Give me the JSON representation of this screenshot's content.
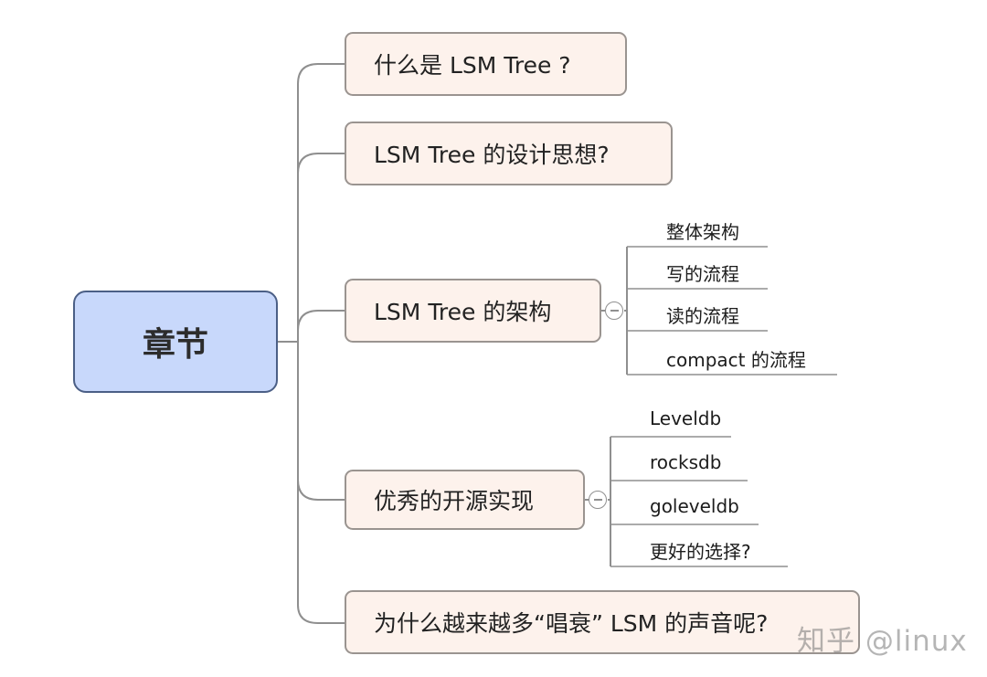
{
  "root": {
    "label": "章节"
  },
  "topics": [
    {
      "label": "什么是 LSM Tree ?"
    },
    {
      "label": "LSM Tree 的设计思想?"
    },
    {
      "label": "LSM Tree 的架构",
      "children": [
        "整体架构",
        "写的流程",
        "读的流程",
        "compact 的流程"
      ]
    },
    {
      "label": "优秀的开源实现",
      "children": [
        "Leveldb",
        "rocksdb",
        "goleveldb",
        "更好的选择?"
      ]
    },
    {
      "label": "为什么越来越多“唱衰” LSM 的声音呢?"
    }
  ],
  "watermark": "知乎 @linux",
  "colors": {
    "root_fill": "#c8d8fb",
    "root_border": "#4b5f86",
    "topic_fill": "#fdf2ec",
    "line": "#8f8f8f"
  }
}
